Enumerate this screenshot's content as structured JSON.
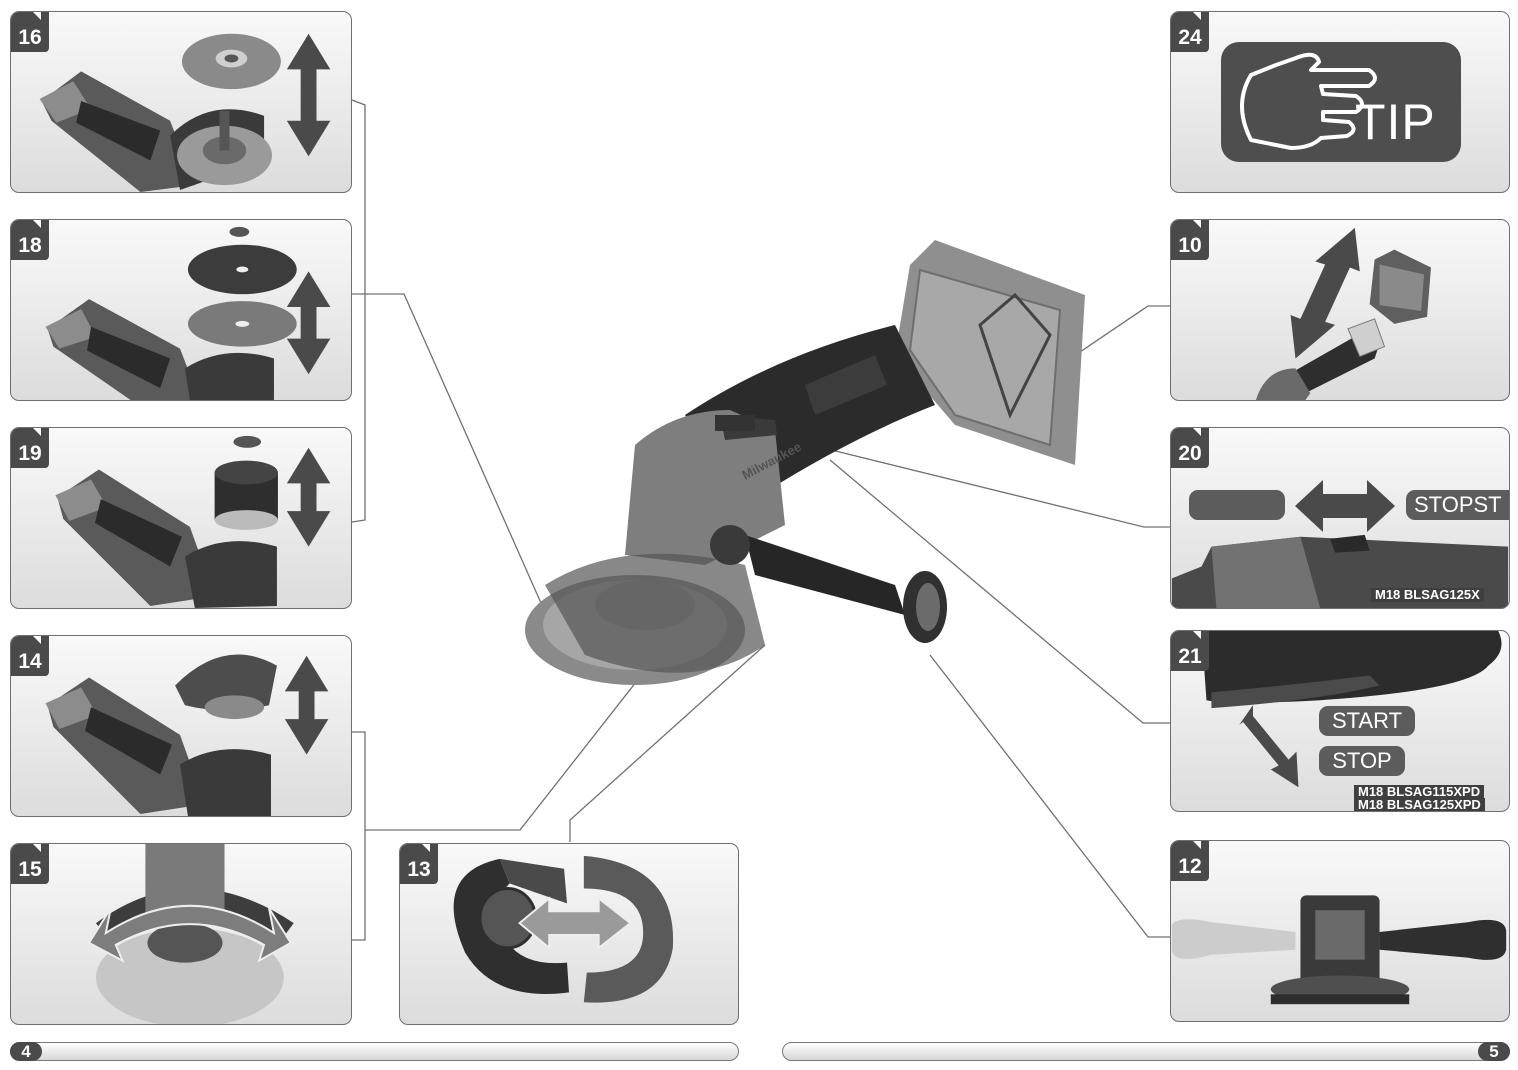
{
  "figures": [
    {
      "number": "16"
    },
    {
      "number": "18"
    },
    {
      "number": "19"
    },
    {
      "number": "14"
    },
    {
      "number": "15"
    },
    {
      "number": "13"
    },
    {
      "number": "24"
    },
    {
      "number": "10"
    },
    {
      "number": "20"
    },
    {
      "number": "21"
    },
    {
      "number": "12"
    }
  ],
  "tip_label": "TIP",
  "fig20": {
    "stop_label": "STOPST",
    "model": "M18 BLSAG125X"
  },
  "fig21": {
    "start_label": "START",
    "stop_label": "STOP",
    "model_1": "M18 BLSAG115XPD",
    "model_2": "M18 BLSAG125XPD"
  },
  "brand_logo_text": "Milwaukee",
  "pages": {
    "left": "4",
    "right": "5"
  }
}
